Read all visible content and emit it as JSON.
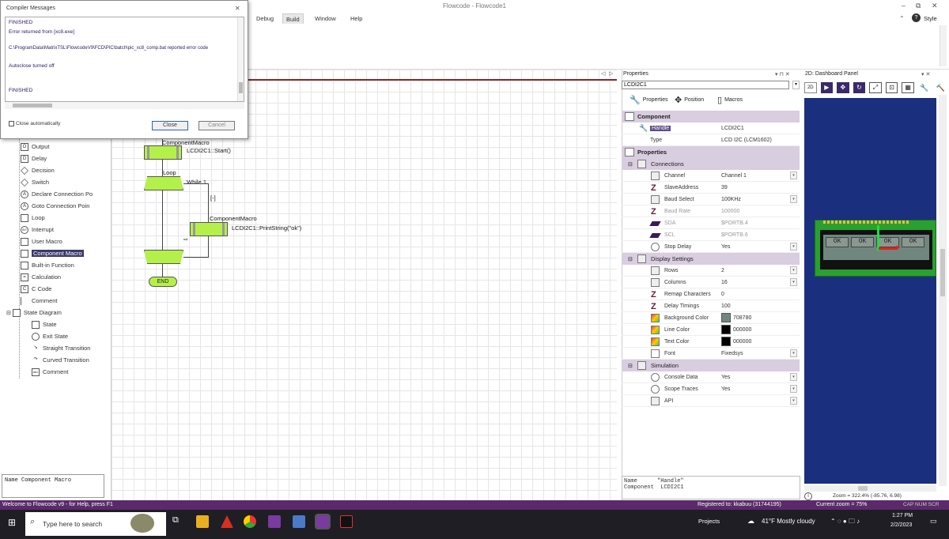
{
  "window": {
    "title": "Flowcode - Flowcode1",
    "style_label": "Style"
  },
  "menu": {
    "items": [
      "Debug",
      "Build",
      "Window",
      "Help"
    ],
    "active": "Build"
  },
  "dialog": {
    "title": "Compiler Messages",
    "lines": [
      "FINISHED",
      "Error returned from [xc8.exe]",
      "C:\\ProgramData\\MatrixTSL\\FlowcodeV9\\FCD\\PIC\\batch\\pic_xc8_comp.bat reported error code",
      "Autoclose turned off",
      "FINISHED"
    ],
    "close_auto_label": "Close automatically",
    "close_button": "Close",
    "cancel_button": "Cancel"
  },
  "left_tree": {
    "items": [
      {
        "label": "Output",
        "icon": "O"
      },
      {
        "label": "Delay",
        "icon": "D"
      },
      {
        "label": "Decision",
        "icon": "◇"
      },
      {
        "label": "Switch",
        "icon": "◇"
      },
      {
        "label": "Declare Connection Po",
        "icon": "A"
      },
      {
        "label": "Goto Connection Poin",
        "icon": "A"
      },
      {
        "label": "Loop",
        "icon": ""
      },
      {
        "label": "Interrupt",
        "icon": "INT"
      },
      {
        "label": "User Macro",
        "icon": ""
      },
      {
        "label": "Component Macro",
        "icon": "",
        "selected": true
      },
      {
        "label": "Built-in Function",
        "icon": ""
      },
      {
        "label": "Calculation",
        "icon": "="
      },
      {
        "label": "C Code",
        "icon": "C"
      },
      {
        "label": "Comment",
        "icon": ""
      }
    ],
    "state_root": "State Diagram",
    "state_items": [
      "State",
      "Exit State",
      "Straight Transition",
      "Curved Transition",
      "Comment"
    ],
    "name_box": "Name  Component Macro"
  },
  "flowchart": {
    "macro1_label": "ComponentMacro",
    "macro1_call": "LCDI2C1::Start()",
    "loop_label": "Loop",
    "while_label": "While 1",
    "branch_marker": "[-]",
    "macro2_label": "ComponentMacro",
    "macro2_call": "LCDI2C1::PrintString(\"ok\")",
    "end_label": "END"
  },
  "properties": {
    "title": "Properties",
    "search_value": "LCDI2C1",
    "tabs": [
      "Properties",
      "Position",
      "Macros"
    ],
    "sections": {
      "component": "Component",
      "properties": "Properties",
      "connections": "Connections",
      "display_settings": "Display Settings",
      "simulation": "Simulation"
    },
    "rows": {
      "handle": {
        "name": "Handle",
        "value": "LCDI2C1"
      },
      "type": {
        "name": "Type",
        "value": "LCD I2C (LCM1602)"
      },
      "channel": {
        "name": "Channel",
        "value": "Channel 1"
      },
      "slave": {
        "name": "SlaveAddress",
        "value": "39"
      },
      "baud_select": {
        "name": "Baud Select",
        "value": "100KHz"
      },
      "baud_rate": {
        "name": "Baud Rate",
        "value": "100000"
      },
      "sda": {
        "name": "SDA",
        "value": "$PORTB.4"
      },
      "scl": {
        "name": "SCL",
        "value": "$PORTB.6"
      },
      "stop_delay": {
        "name": "Stop Delay",
        "value": "Yes"
      },
      "rows_r": {
        "name": "Rows",
        "value": "2"
      },
      "columns": {
        "name": "Columns",
        "value": "16"
      },
      "remap": {
        "name": "Remap Characters",
        "value": "0"
      },
      "delay_timings": {
        "name": "Delay Timings",
        "value": "100"
      },
      "bg_color": {
        "name": "Background Color",
        "value": "708780",
        "swatch": "#708780"
      },
      "line_color": {
        "name": "Line Color",
        "value": "000000",
        "swatch": "#000000"
      },
      "text_color": {
        "name": "Text Color",
        "value": "000000",
        "swatch": "#000000"
      },
      "font": {
        "name": "Font",
        "value": "Fixedsys"
      },
      "console": {
        "name": "Console Data",
        "value": "Yes"
      },
      "scope": {
        "name": "Scope Traces",
        "value": "Yes"
      },
      "api": {
        "name": "API",
        "value": ""
      }
    },
    "description": "Name      \"Handle\"\nComponent  LCDI2C1"
  },
  "dashboard": {
    "title": "2D: Dashboard Panel",
    "lcd_cells": [
      "OK",
      "OK",
      "OK",
      "OK"
    ],
    "zoom_status": "Zoom = 322.4% (-85.76, 6.98)"
  },
  "statusbar": {
    "left": "Welcome to Flowcode v9 - for Help, press F1",
    "registered": "Registered to: kkabuu (31744195)",
    "current_zoom": "Current zoom = 75%",
    "caps": "CAP  NUM  SCR"
  },
  "taskbar": {
    "search_placeholder": "Type here to search",
    "projects": "Projects",
    "weather": "41°F  Mostly cloudy",
    "time": "1:27 PM",
    "date": "2/2/2023"
  }
}
